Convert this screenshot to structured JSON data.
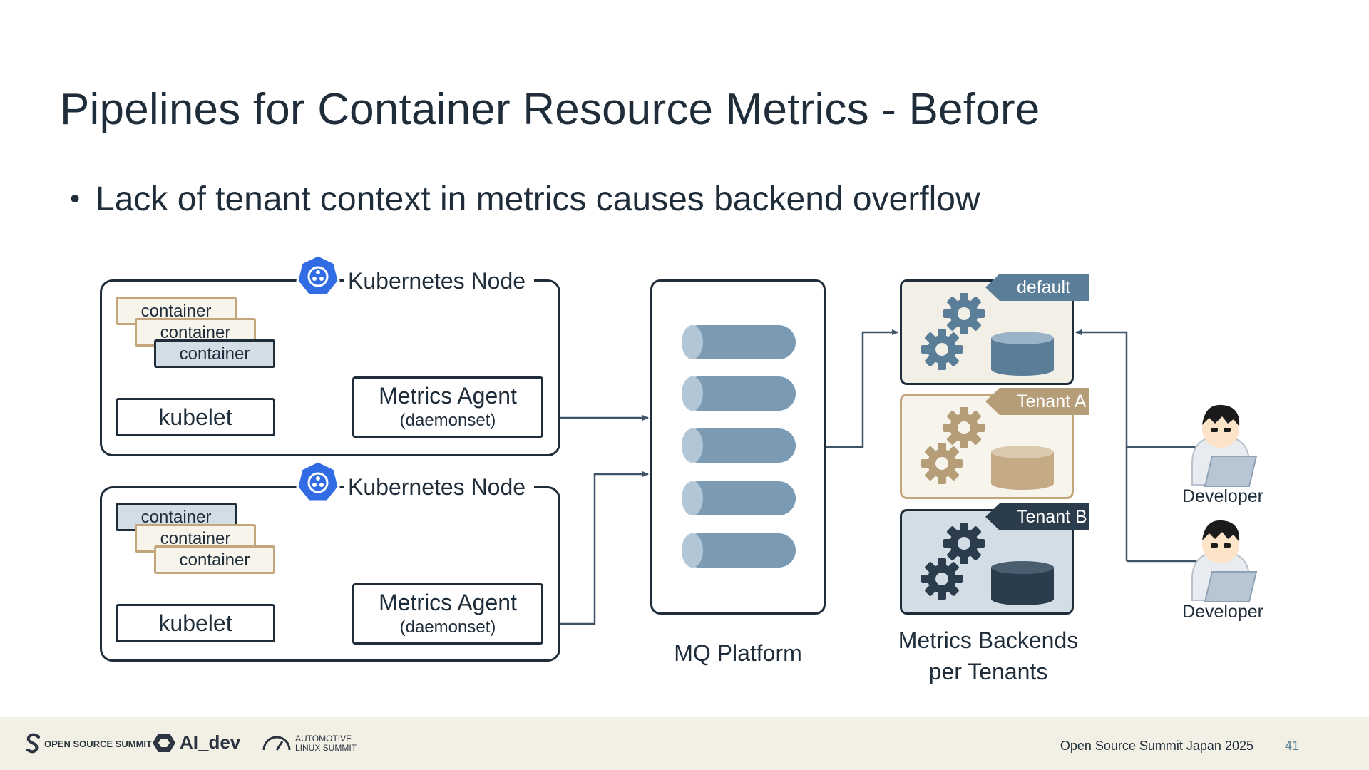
{
  "slide": {
    "title": "Pipelines for Container Resource Metrics - Before",
    "bullet": "Lack of tenant context in metrics causes backend overflow"
  },
  "nodes": [
    {
      "label": "Kubernetes Node",
      "containers": [
        "container",
        "container",
        "container"
      ],
      "kubelet": "kubelet",
      "agent_title": "Metrics Agent",
      "agent_subtitle": "(daemonset)"
    },
    {
      "label": "Kubernetes Node",
      "containers": [
        "container",
        "container",
        "container"
      ],
      "kubelet": "kubelet",
      "agent_title": "Metrics Agent",
      "agent_subtitle": "(daemonset)"
    }
  ],
  "mq": {
    "label": "MQ Platform"
  },
  "backends": {
    "tenants": [
      "default",
      "Tenant A",
      "Tenant B"
    ],
    "label_line1": "Metrics Backends",
    "label_line2": "per Tenants"
  },
  "developers": [
    "Developer",
    "Developer"
  ],
  "footer": {
    "logos": [
      "OPEN SOURCE SUMMIT",
      "AI_dev",
      "AUTOMOTIVE LINUX SUMMIT"
    ],
    "event": "Open Source Summit Japan 2025",
    "page": "41"
  },
  "colors": {
    "ink": "#1f2d3a",
    "steel_blue": "#5a7d98",
    "tan": "#b59d78",
    "navy": "#2b3d4d",
    "pale_blue": "#d3dde6",
    "cream": "#f7f4ec",
    "k8s_blue": "#326ce5",
    "footer_bg": "#f2efe5"
  }
}
